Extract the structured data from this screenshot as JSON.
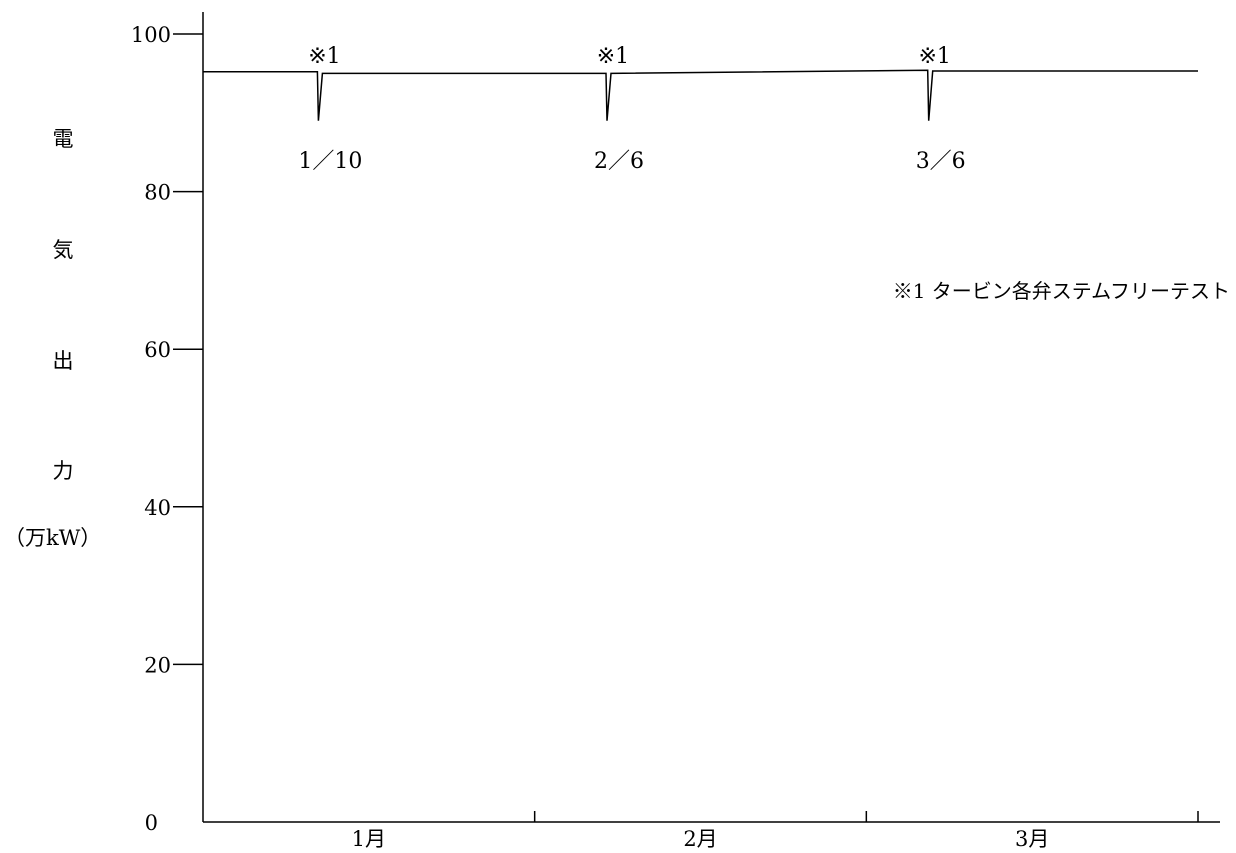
{
  "chart_data": {
    "type": "line",
    "ylabel_chars": [
      "電",
      "気",
      "出",
      "力"
    ],
    "yunit": "（万kW）",
    "yticks": [
      0,
      20,
      40,
      60,
      80,
      100
    ],
    "ylim": [
      0,
      100
    ],
    "months": [
      "1月",
      "2月",
      "3月"
    ],
    "series": [
      {
        "x": [
          0,
          0.345,
          0.348,
          0.36,
          0.362,
          1.215,
          1.218,
          1.23,
          1.232,
          2.185,
          2.188,
          2.2,
          2.202,
          3.0
        ],
        "values": [
          95.2,
          95.2,
          89.0,
          95.0,
          95.0,
          95.0,
          89.0,
          95.0,
          95.0,
          95.4,
          89.0,
          95.3,
          95.3,
          95.3
        ]
      }
    ],
    "annotations": [
      {
        "x": 0.345,
        "mark": "※1",
        "date": "1／10"
      },
      {
        "x": 1.215,
        "mark": "※1",
        "date": "2／6"
      },
      {
        "x": 2.185,
        "mark": "※1",
        "date": "3／6"
      }
    ],
    "note": "※1  タービン各弁ステムフリーテスト",
    "grid": false
  }
}
